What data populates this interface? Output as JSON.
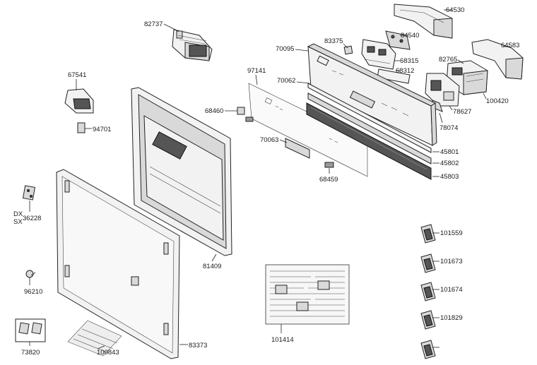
{
  "labels": {
    "l82737": "82737",
    "l64530": "64530",
    "l84540": "84540",
    "l83375": "83375",
    "l70095": "70095",
    "l68315": "68315",
    "l64583": "64583",
    "l82765": "82765",
    "l68312": "68312",
    "l97141": "97141",
    "l70062": "70062",
    "l67541": "67541",
    "l100420": "100420",
    "l68460": "68460",
    "l78627": "78627",
    "l94701": "94701",
    "l78074": "78074",
    "l70063": "70063",
    "l45801": "45801",
    "l45802": "45802",
    "l45803": "45803",
    "l68459": "68459",
    "l36228": "36228",
    "ldx": "DX",
    "lsx": "SX",
    "l101559": "101559",
    "l101673": "101673",
    "l81409": "81409",
    "l96210": "96210",
    "l101674": "101674",
    "l101829": "101829",
    "l101414": "101414",
    "l73820": "73820",
    "l100843": "100843",
    "l83373": "83373"
  }
}
